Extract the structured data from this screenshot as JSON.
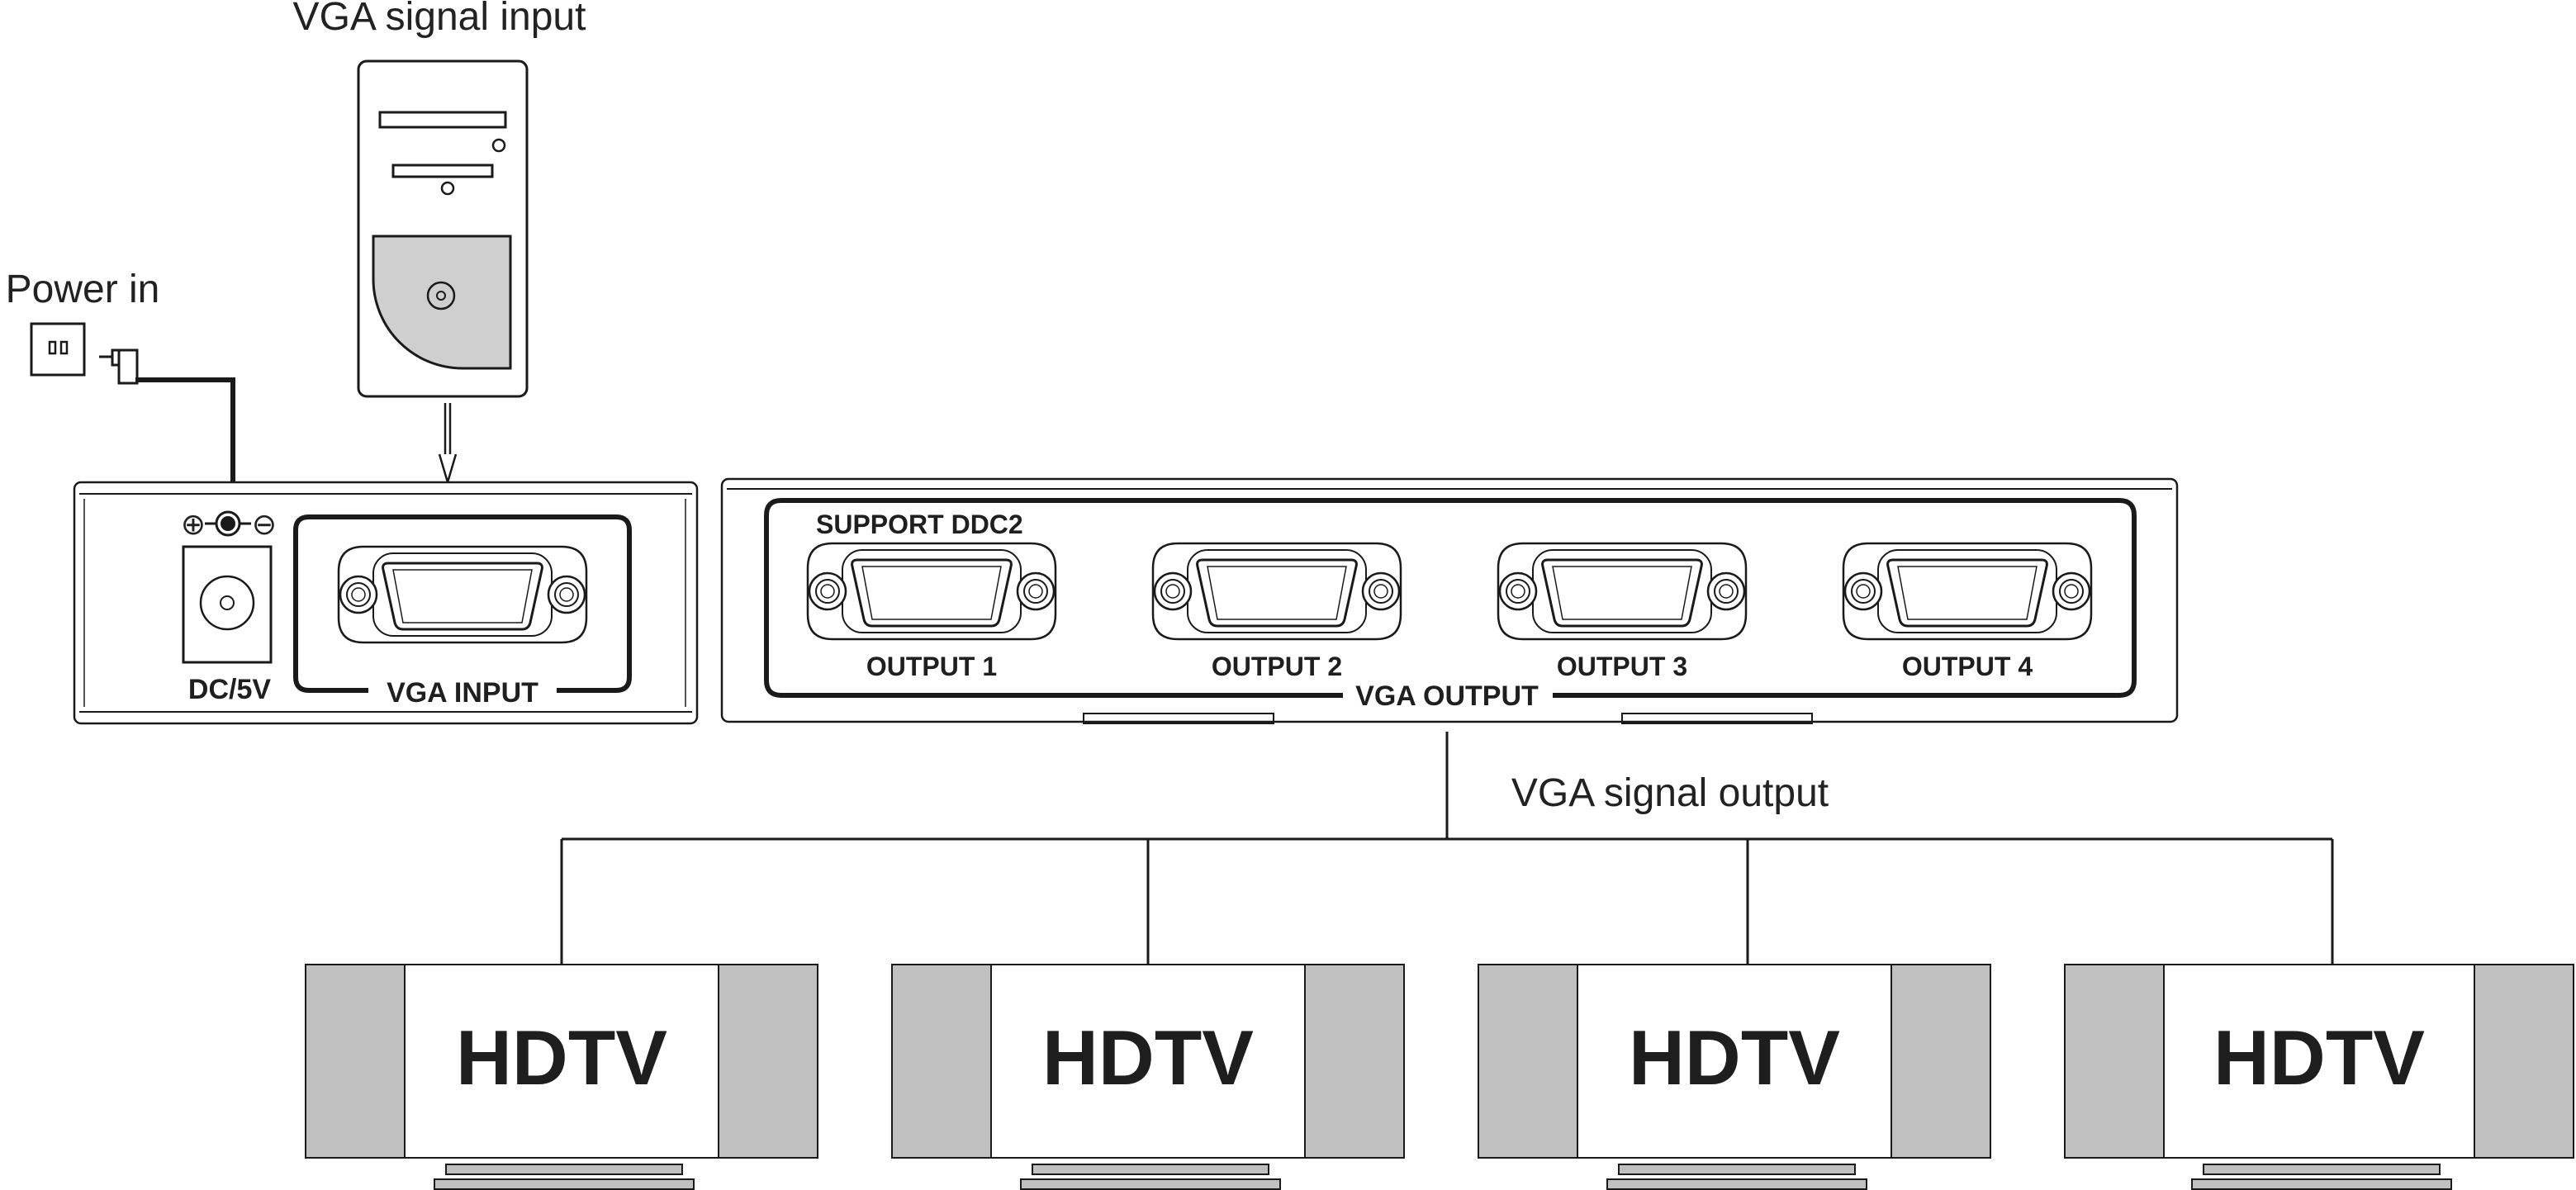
{
  "labels": {
    "vga_signal_input": "VGA signal input",
    "power_in": "Power in",
    "vga_signal_output": "VGA signal output"
  },
  "input_unit": {
    "polarity_plus": "⊕",
    "polarity_minus": "⊖",
    "dc_label": "DC/5V",
    "vga_input_label": "VGA INPUT"
  },
  "output_unit": {
    "support_label": "SUPPORT DDC2",
    "outputs": [
      "OUTPUT 1",
      "OUTPUT 2",
      "OUTPUT 3",
      "OUTPUT 4"
    ],
    "vga_output_label": "VGA OUTPUT"
  },
  "displays": [
    "HDTV",
    "HDTV",
    "HDTV",
    "HDTV"
  ],
  "colors": {
    "line": "#1a1a1a",
    "panel_gray": "#c0c0c0",
    "computer_gray": "#cfcfcf",
    "background": "#ffffff"
  }
}
